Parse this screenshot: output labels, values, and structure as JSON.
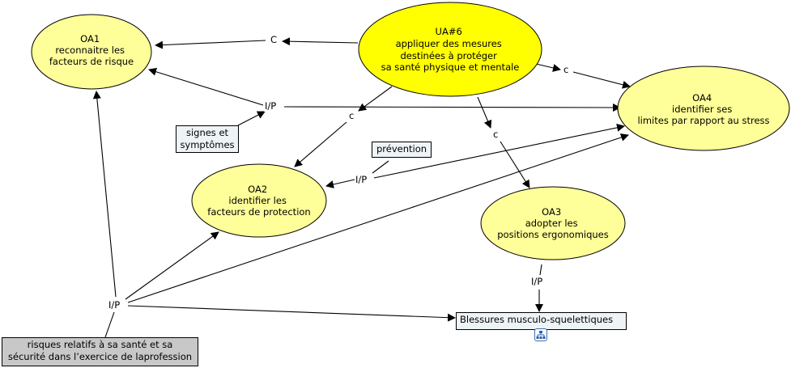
{
  "concepts": {
    "ua6": {
      "lines": [
        "UA#6",
        "appliquer des mesures",
        "destinées à protéger",
        "sa santé physique et mentale"
      ],
      "fill": "#ffff00"
    },
    "oa1": {
      "lines": [
        "OA1",
        "reconnaitre les",
        "facteurs de risque"
      ],
      "fill": "#ffff99"
    },
    "oa2": {
      "lines": [
        "OA2",
        "identifier les",
        "facteurs de protection"
      ],
      "fill": "#ffff99"
    },
    "oa3": {
      "lines": [
        "OA3",
        "adopter les",
        "positions ergonomiques"
      ],
      "fill": "#ffff99"
    },
    "oa4": {
      "lines": [
        "OA4",
        "identifier ses",
        "limites par rapport au stress"
      ],
      "fill": "#ffff99"
    }
  },
  "boxes": {
    "signes": {
      "lines": [
        "signes et",
        "symptômes"
      ]
    },
    "prevention": {
      "lines": [
        "prévention"
      ]
    },
    "blessures": {
      "lines": [
        "Blessures musculo-squelettiques"
      ],
      "icon": "submap-icon"
    },
    "risques": {
      "lines": [
        "risques relatifs à sa santé et sa",
        "sécurité dans l’exercice de laprofession"
      ]
    }
  },
  "links": {
    "c_oa1": "C",
    "c_oa4": "c",
    "c_oa2": "c",
    "c_oa3": "c",
    "ip_signes": "I/P",
    "ip_prevention": "I/P",
    "ip_oa3": "I/P",
    "ip_risques": "I/P"
  },
  "colors": {
    "line": "#000000",
    "box_light": "#eef3f6",
    "box_gray": "#c8c8c8"
  }
}
